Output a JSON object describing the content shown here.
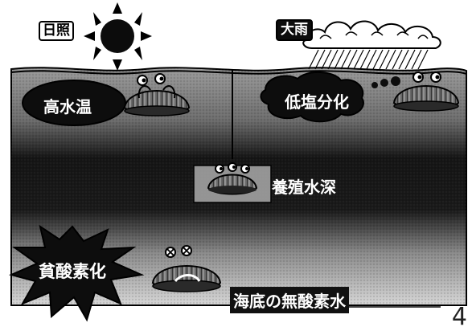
{
  "labels": {
    "sunlight": "日照",
    "heavy_rain": "大雨",
    "high_temp": "高水温",
    "low_salinity": "低塩分化",
    "culture_depth": "養殖水深",
    "hypoxia": "貧酸素化",
    "anoxic_water": "海底の無酸素水"
  },
  "page_number": "4",
  "colors": {
    "surface": "#8e8e8e",
    "mid_water": "#1c1c1c",
    "deep_water": "#cfcfcf",
    "ink": "#0a0a0a",
    "label_light": "#ffffff"
  },
  "icons": [
    "sun-icon",
    "rain-cloud-icon",
    "shellfish-icon",
    "burst-icon"
  ]
}
